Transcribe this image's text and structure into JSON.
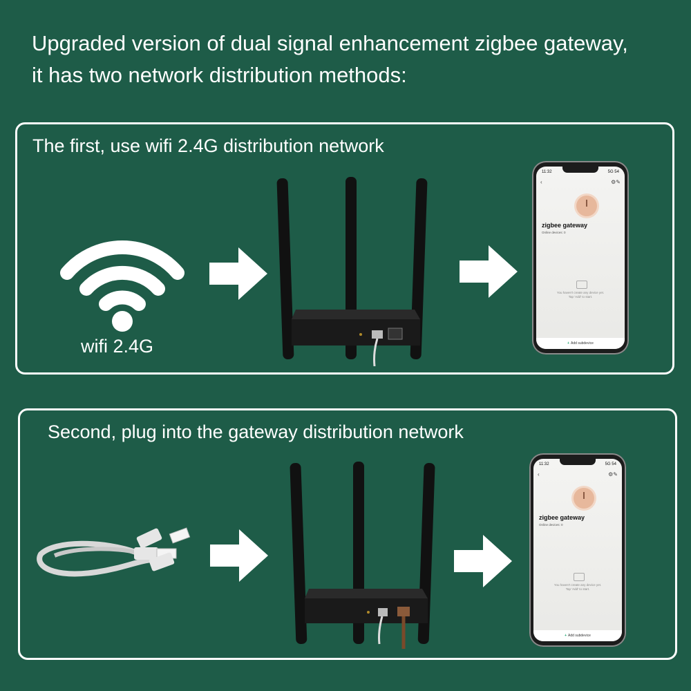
{
  "headline": {
    "line1": "Upgraded version of dual signal enhancement zigbee gateway,",
    "line2": "it has two network distribution methods:"
  },
  "panels": [
    {
      "title": "The first, use wifi 2.4G distribution network",
      "source_label": "wifi 2.4G",
      "source_icon": "wifi-icon"
    },
    {
      "title": "Second, plug into the gateway distribution network",
      "source_icon": "ethernet-cable-icon"
    }
  ],
  "phone": {
    "time": "11:32",
    "signal": "5G 54",
    "app_title": "zigbee gateway",
    "online_devices": "Online devices: 0",
    "empty_line1": "You haven't create any device yet.",
    "empty_line2": "Tap 'Add' to start.",
    "add_button": "Add subdevice"
  },
  "colors": {
    "background": "#1e5c48",
    "text": "#ffffff",
    "device": "#1a1a1a"
  }
}
